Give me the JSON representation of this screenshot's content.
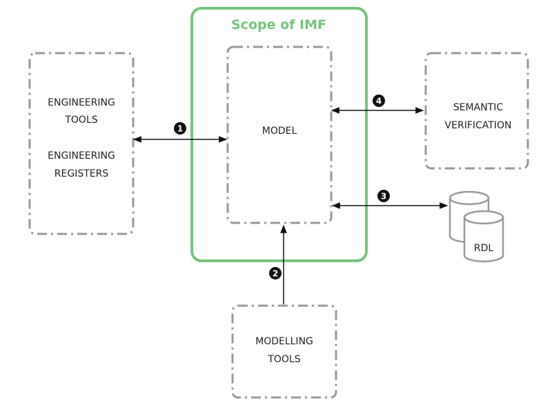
{
  "scope": {
    "title": "Scope of IMF",
    "color": "#77c47f"
  },
  "boxes": {
    "engineering": {
      "line1": "ENGINEERING",
      "line2": "TOOLS",
      "line3": "ENGINEERING",
      "line4": "REGISTERS"
    },
    "model": {
      "label": "MODEL"
    },
    "semantic": {
      "line1": "SEMANTIC",
      "line2": "VERIFICATION"
    },
    "modelling": {
      "line1": "MODELLING",
      "line2": "TOOLS"
    }
  },
  "rdl": {
    "label": "RDL"
  },
  "markers": {
    "m1": "1",
    "m2": "2",
    "m3": "3",
    "m4": "4"
  },
  "colors": {
    "dash_border": "#999999",
    "arrow": "#111111",
    "marker_fill": "#111111",
    "cylinder_stroke": "#9a9a9a"
  }
}
